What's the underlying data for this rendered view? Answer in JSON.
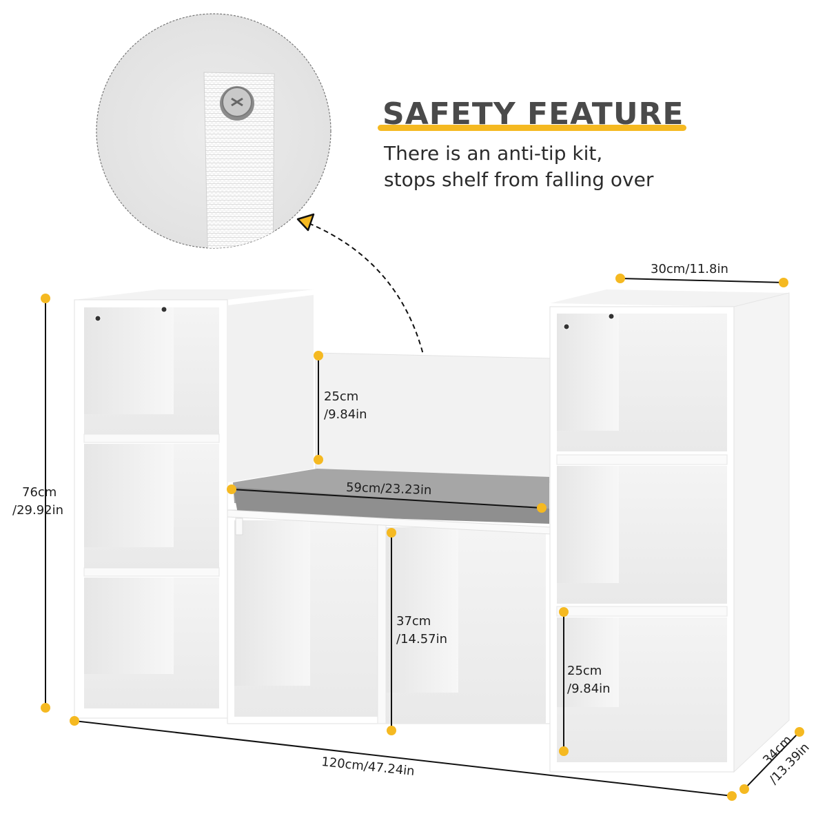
{
  "callout": {
    "title": "SAFETY FEATURE",
    "line1": "There is an anti-tip kit,",
    "line2": "stops shelf from falling over",
    "accent_color": "#f5b921",
    "detail_image": "anti-tip strap with screw"
  },
  "dimensions": {
    "top_depth": "30cm/11.8in",
    "height_cm": "76cm",
    "height_in": "/29.92in",
    "backrest_cm": "25cm",
    "backrest_in": "/9.84in",
    "cushion_width": "59cm/23.23in",
    "lower_compartment_cm": "37cm",
    "lower_compartment_in": "/14.57in",
    "right_bottom_cm": "25cm",
    "right_bottom_in": "/9.84in",
    "total_width": "120cm/47.24in",
    "depth_cm": "34cm",
    "depth_in": "/13.39in"
  },
  "colors": {
    "marker": "#f5b921",
    "line": "#111111",
    "shelf_white": "#ffffff",
    "shelf_shade": "#ececec",
    "cushion": "#9a9a9a"
  }
}
